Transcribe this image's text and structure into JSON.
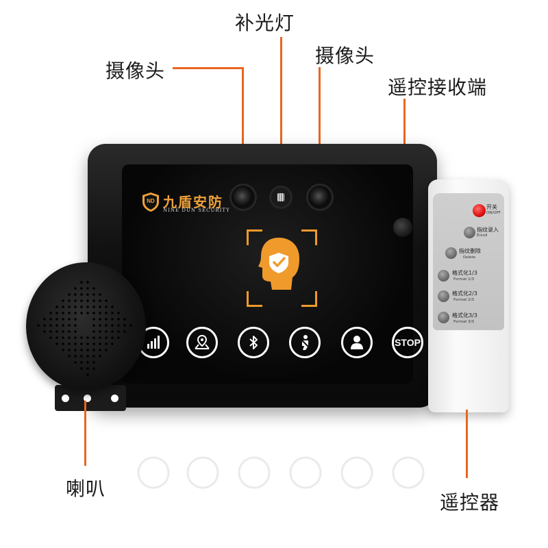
{
  "callouts": {
    "fill_light": "补光灯",
    "camera_left": "摄像头",
    "camera_right": "摄像头",
    "remote_receiver": "遥控接收端",
    "speaker": "喇叭",
    "remote_control": "遥控器"
  },
  "device": {
    "brand_cn": "九盾安防",
    "brand_en": "NINE DUN SECURITY",
    "logo_mark": "ND",
    "buttons": [
      {
        "icon": "signal-bars-icon"
      },
      {
        "icon": "map-pin-icon"
      },
      {
        "icon": "bluetooth-icon"
      },
      {
        "icon": "seatbelt-icon"
      },
      {
        "icon": "driver-icon"
      },
      {
        "label": "STOP"
      }
    ]
  },
  "remote": {
    "buttons": [
      {
        "label": "开关",
        "sub": "ON/OFF"
      },
      {
        "label": "指纹录入",
        "sub": "Enroll"
      },
      {
        "label": "指纹删除",
        "sub": "Delete"
      },
      {
        "label": "格式化1/3",
        "sub": "Format 1/3"
      },
      {
        "label": "格式化2/3",
        "sub": "Format 2/3"
      },
      {
        "label": "格式化3/3",
        "sub": "Format 3/3"
      }
    ]
  },
  "colors": {
    "accent_orange": "#e8661e",
    "brand_gold": "#f0a23a",
    "device_black": "#0a0a0a",
    "remote_red": "#dd1111"
  }
}
